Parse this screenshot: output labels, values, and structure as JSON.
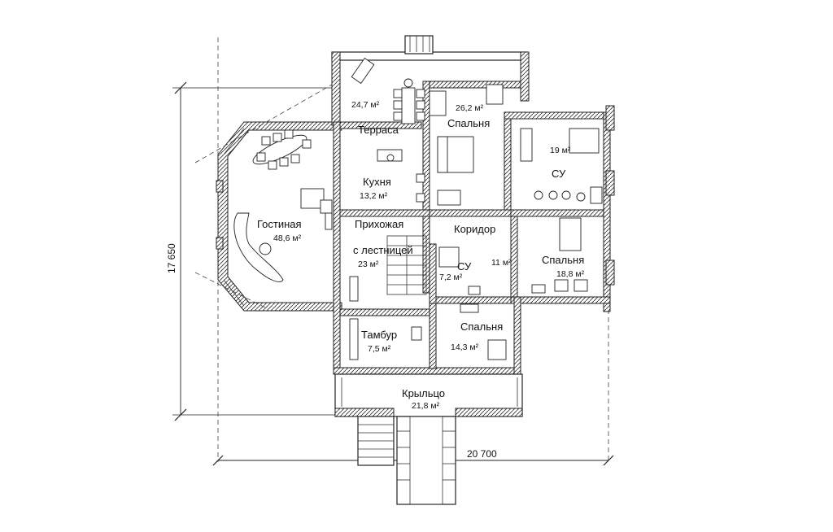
{
  "rooms": {
    "terrace": {
      "name": "Терраса",
      "area": "24,7 м²"
    },
    "bedroom_top": {
      "name": "Спальня",
      "area": "26,2 м²"
    },
    "bath_top": {
      "name": "СУ",
      "area": "19 м²"
    },
    "kitchen": {
      "name": "Кухня",
      "area": "13,2 м²"
    },
    "living": {
      "name": "Гостиная",
      "area": "48,6 м²"
    },
    "hall": {
      "name": "Прихожая",
      "name2": "с лестницей",
      "area": "23 м²"
    },
    "corridor": {
      "name": "Коридор",
      "area": "11 м²"
    },
    "bath_mid": {
      "name": "СУ",
      "area": "7,2 м²"
    },
    "bedroom_right": {
      "name": "Спальня",
      "area": "18,8 м²"
    },
    "bedroom_bottom": {
      "name": "Спальня",
      "area": "14,3 м²"
    },
    "vestibule": {
      "name": "Тамбур",
      "area": "7,5 м²"
    },
    "porch": {
      "name": "Крыльцо",
      "area": "21,8 м²"
    }
  },
  "dimensions": {
    "height": "17 650",
    "width": "20 700"
  }
}
